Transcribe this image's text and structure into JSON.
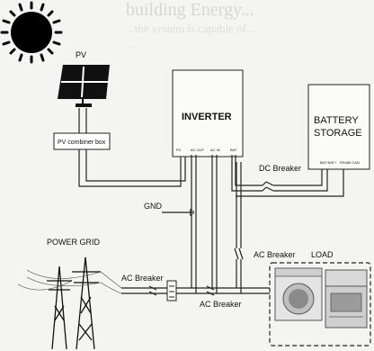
{
  "background_text": {
    "title": "building Energy...",
    "lines": [
      "...the system is capable of...",
      "...",
      "...",
      "...",
      "..."
    ]
  },
  "labels": {
    "pv": "PV",
    "pv_combiner": "PV combiner box",
    "inverter": "INVERTER",
    "battery_line1": "BATTERY",
    "battery_line2": "STORAGE",
    "dc_breaker": "DC Breaker",
    "gnd": "GND",
    "power_grid": "POWER GRID",
    "ac_breaker_grid": "AC Breaker",
    "ac_breaker_mid": "AC Breaker",
    "ac_breaker_load": "AC Breaker",
    "load": "LOAD"
  },
  "inverter_ports": [
    "PV",
    "AC OUT",
    "AC IN",
    "BAT"
  ],
  "battery_ports": [
    "BAT BAT+",
    "RS485 CAN"
  ]
}
